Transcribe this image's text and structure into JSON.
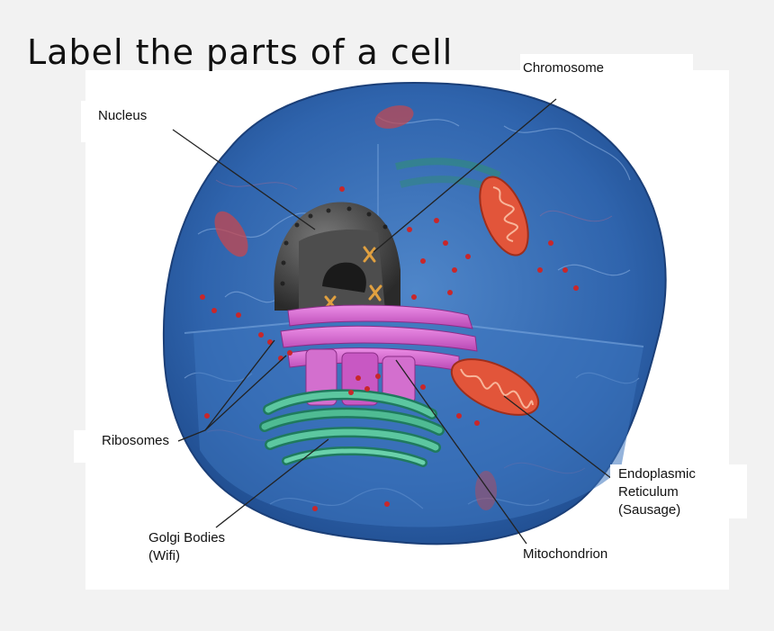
{
  "title": "Label the parts of a cell",
  "labels": {
    "chromosome": "Chromosome",
    "nucleus": "Nucleus",
    "ribosomes": "Ribosomes",
    "golgi": {
      "line1": "Golgi Bodies",
      "line2": "(Wifi)"
    },
    "er": {
      "line1": "Endoplasmic",
      "line2": "Reticulum",
      "line3": "(Sausage)"
    },
    "mitochondrion": "Mitochondrion"
  },
  "colors": {
    "cytoplasm": "#2d63a8",
    "nucleus": "#3a3a3a",
    "er": "#d45fd0",
    "golgi": "#2f9a7a",
    "mitochondrion": "#e2553a",
    "ribosome": "#c8272a",
    "chromosome": "#e0a040"
  }
}
